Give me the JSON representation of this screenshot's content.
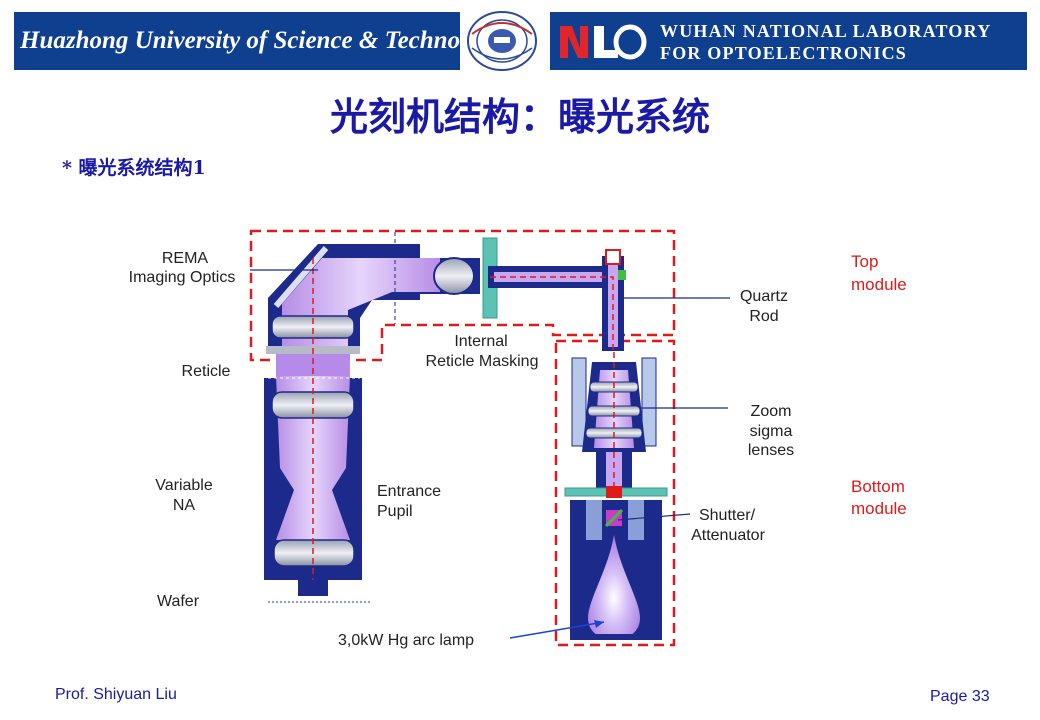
{
  "header": {
    "university": "Huazhong University of Science & Technology",
    "lab_line1": "WUHAN NATIONAL LABORATORY",
    "lab_line2": "FOR OPTOELECTRONICS"
  },
  "title": "光刻机结构：曝光系统",
  "subtitle": "* 曝光系统结构1",
  "diagram": {
    "labels": {
      "rema": "REMA",
      "imaging_optics": "Imaging Optics",
      "reticle": "Reticle",
      "variable": "Variable",
      "na": "NA",
      "wafer": "Wafer",
      "entrance": "Entrance",
      "pupil": "Pupil",
      "internal": "Internal",
      "reticle_masking": "Reticle Masking",
      "quartz": "Quartz",
      "rod": "Rod",
      "zoom": "Zoom",
      "sigma": "sigma",
      "lenses": "lenses",
      "shutter": "Shutter/",
      "attenuator": "Attenuator",
      "lamp": "3,0kW Hg arc lamp",
      "top": "Top",
      "top_module": "module",
      "bottom": "Bottom",
      "bottom_module": "module"
    },
    "colors": {
      "dark_blue": "#1c2a8c",
      "purple_light": "#c7a6f2",
      "purple_beam": "#b58ae8",
      "lens_grey": "#c9ccd6",
      "module_border": "#e01a1a",
      "teal": "#5cc2b3"
    }
  },
  "footer": {
    "author": "Prof. Shiyuan Liu",
    "page": "Page 33"
  }
}
